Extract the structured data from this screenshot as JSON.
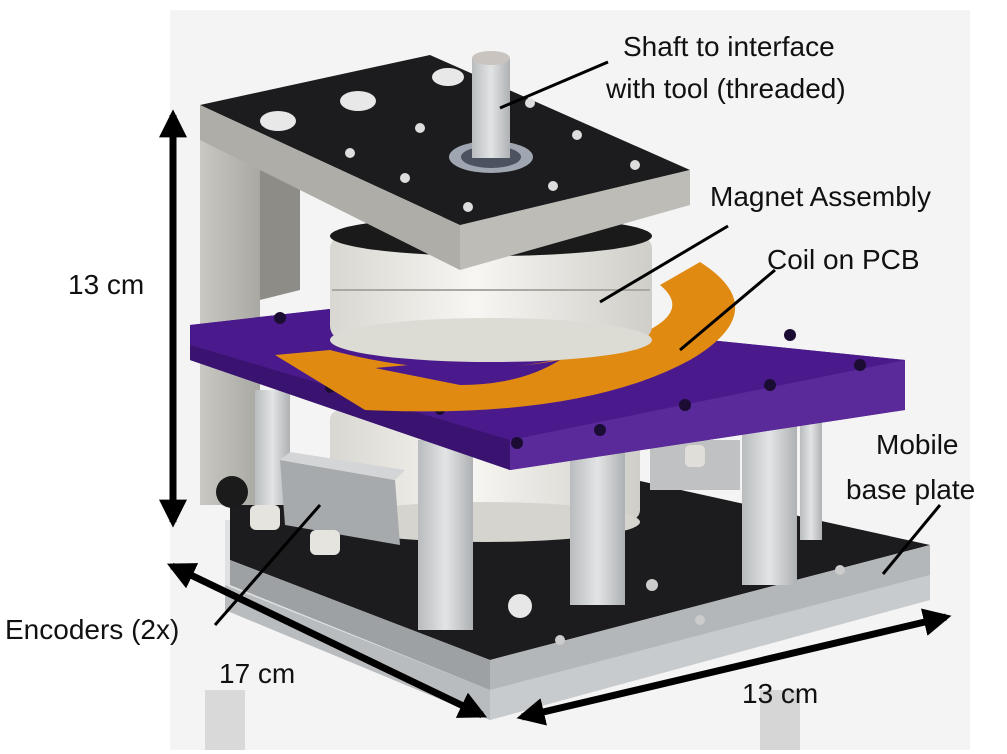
{
  "labels": {
    "shaft_line1": "Shaft to interface",
    "shaft_line2": "with tool (threaded)",
    "magnet": "Magnet Assembly",
    "coil": "Coil on PCB",
    "mobile_line1": "Mobile",
    "mobile_line2": "base plate",
    "encoders": "Encoders (2x)",
    "height_dim": "13 cm",
    "depth_dim": "17 cm",
    "width_dim": "13 cm"
  },
  "colors": {
    "pcb": "#4a1a8c",
    "coil": "#e08a12",
    "black_plate": "#1c1c1e",
    "aluminium": "#cfd2d4",
    "magnet": "#ecebe6"
  }
}
